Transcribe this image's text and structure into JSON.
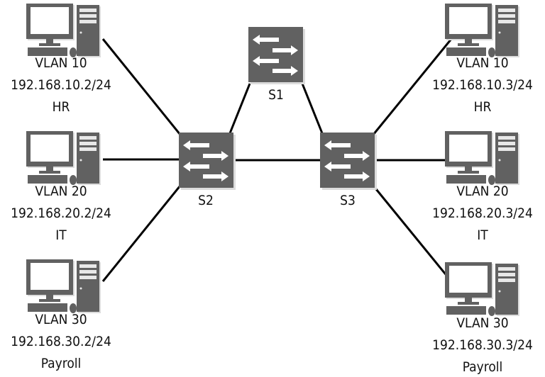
{
  "colors": {
    "device": "#616161",
    "link": "#000000"
  },
  "switches": [
    {
      "id": "s1",
      "name": "S1"
    },
    {
      "id": "s2",
      "name": "S2"
    },
    {
      "id": "s3",
      "name": "S3"
    }
  ],
  "hosts": [
    {
      "vlan": "VLAN 10",
      "ip": "192.168.10.2/24",
      "dept": "HR"
    },
    {
      "vlan": "VLAN 20",
      "ip": "192.168.20.2/24",
      "dept": "IT"
    },
    {
      "vlan": "VLAN 30",
      "ip": "192.168.30.2/24",
      "dept": "Payroll"
    },
    {
      "vlan": "VLAN 10",
      "ip": "192.168.10.3/24",
      "dept": "HR"
    },
    {
      "vlan": "VLAN 20",
      "ip": "192.168.20.3/24",
      "dept": "IT"
    },
    {
      "vlan": "VLAN 30",
      "ip": "192.168.30.3/24",
      "dept": "Payroll"
    }
  ]
}
